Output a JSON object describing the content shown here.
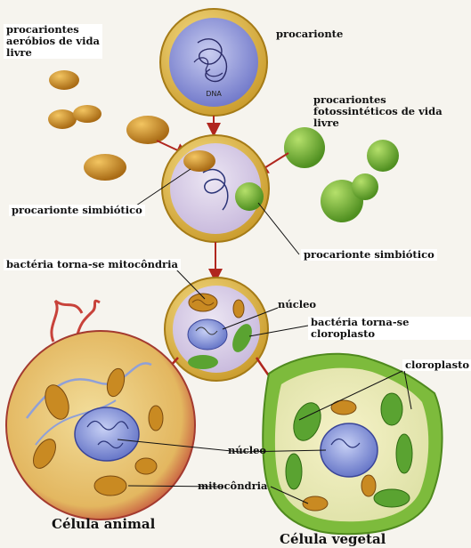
{
  "labels": {
    "free_aerobic": "procariontes\naeróbios de vida\nlivre",
    "prokaryote": "procarionte",
    "dna": "DNA",
    "free_photosynthetic": "procariontes\nfotossintéticos de vida livre",
    "symbiotic_left": "procarionte simbiótico",
    "symbiotic_right": "procarionte simbiótico",
    "bacteria_mito": "bactéria torna-se mitocôndria",
    "nucleus_top": "núcleo",
    "bacteria_chloro": "bactéria torna-se cloroplasto",
    "chloroplast": "cloroplasto",
    "nucleus_bottom": "núcleo",
    "mitochondria": "mitocôndria"
  },
  "captions": {
    "animal_cell": "Célula animal",
    "plant_cell": "Célula vegetal"
  },
  "colors": {
    "membrane_yellow": "#e8c24a",
    "membrane_edge": "#b58a1e",
    "cytoplasm": "#d9cfe6",
    "aerobic_bacterium": "#c98a22",
    "photosynthetic_bacterium": "#6fae2f",
    "nucleus": "#7f8fd8",
    "arrow": "#b0261e",
    "animal_outer": "#c8423a",
    "plant_wall": "#7dbb3c"
  }
}
